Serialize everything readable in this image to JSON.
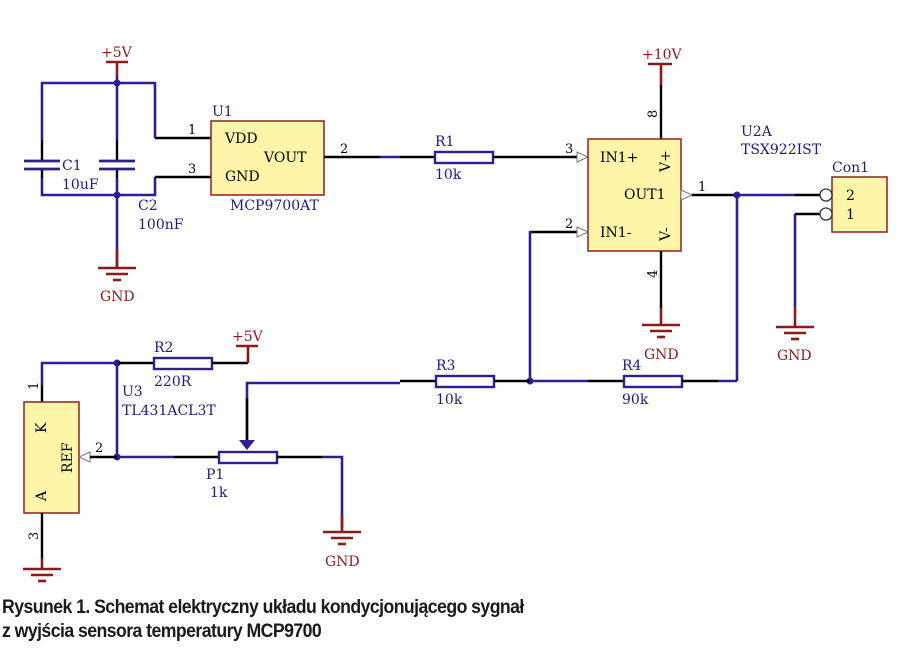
{
  "power": {
    "vcc5_top": "+5V",
    "vcc5_bottom": "+5V",
    "vcc10": "+10V",
    "gnd": "GND"
  },
  "components": {
    "C1": {
      "ref": "C1",
      "value": "10uF"
    },
    "C2": {
      "ref": "C2",
      "value": "100nF"
    },
    "U1": {
      "ref": "U1",
      "part": "MCP9700AT",
      "pins": {
        "vdd": "VDD",
        "vout": "VOUT",
        "gnd": "GND"
      },
      "pin_numbers": {
        "vdd": "1",
        "vout": "2",
        "gnd": "3"
      }
    },
    "R1": {
      "ref": "R1",
      "value": "10k"
    },
    "U2A": {
      "ref": "U2A",
      "part": "TSX922IST",
      "pins": {
        "in_plus": "IN1+",
        "in_minus": "IN1-",
        "out": "OUT1",
        "v_plus": "V+",
        "v_minus": "V-"
      },
      "pin_numbers": {
        "in_plus": "3",
        "in_minus": "2",
        "out": "1",
        "v_plus": "8",
        "v_minus": "4"
      }
    },
    "Con1": {
      "ref": "Con1",
      "pins": [
        "2",
        "1"
      ]
    },
    "R2": {
      "ref": "R2",
      "value": "220R"
    },
    "U3": {
      "ref": "U3",
      "part": "TL431ACL3T",
      "pins": {
        "k": "K",
        "ref": "REF",
        "a": "A"
      },
      "pin_numbers": {
        "k": "1",
        "ref": "2",
        "a": "3"
      }
    },
    "P1": {
      "ref": "P1",
      "value": "1k"
    },
    "R3": {
      "ref": "R3",
      "value": "10k"
    },
    "R4": {
      "ref": "R4",
      "value": "90k"
    }
  },
  "caption": {
    "line1": "Rysunek 1. Schemat elektryczny układu kondycjonującego sygnał",
    "line2": "z wyjścia sensora temperatury MCP9700"
  }
}
